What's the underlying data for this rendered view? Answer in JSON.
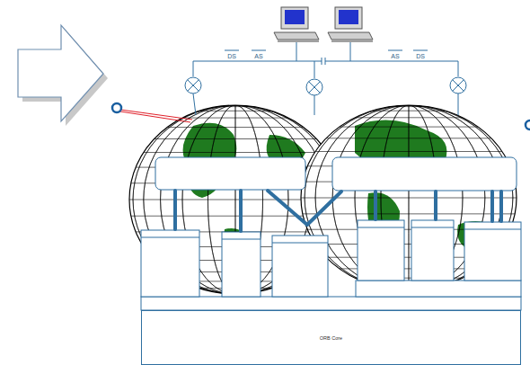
{
  "diagram": {
    "nodes": [
      {
        "text": [
          "ORB Core"
        ]
      }
    ],
    "labels": [
      "DS",
      "AS",
      "AS",
      "DS"
    ]
  }
}
